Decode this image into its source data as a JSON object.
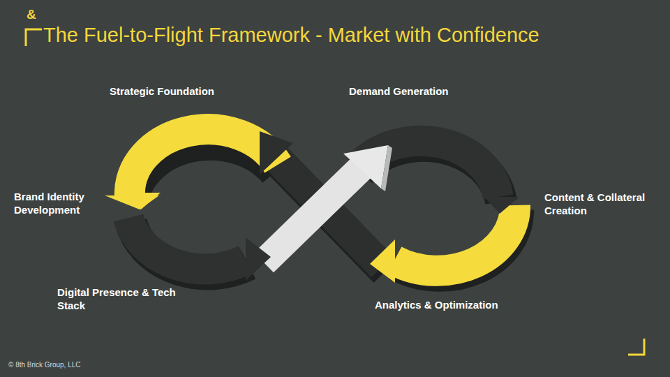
{
  "diagram": {
    "title": "The Fuel-to-Flight Framework - Market with Confidence",
    "labels": [
      "&",
      "Strategic Foundation",
      "Demand Generation",
      "Brand Identity Development",
      "Content & Collateral Creation",
      "Digital Presence & Tech Stack",
      "Analytics & Optimization",
      "© 8th Brick Group, LLC"
    ]
  }
}
